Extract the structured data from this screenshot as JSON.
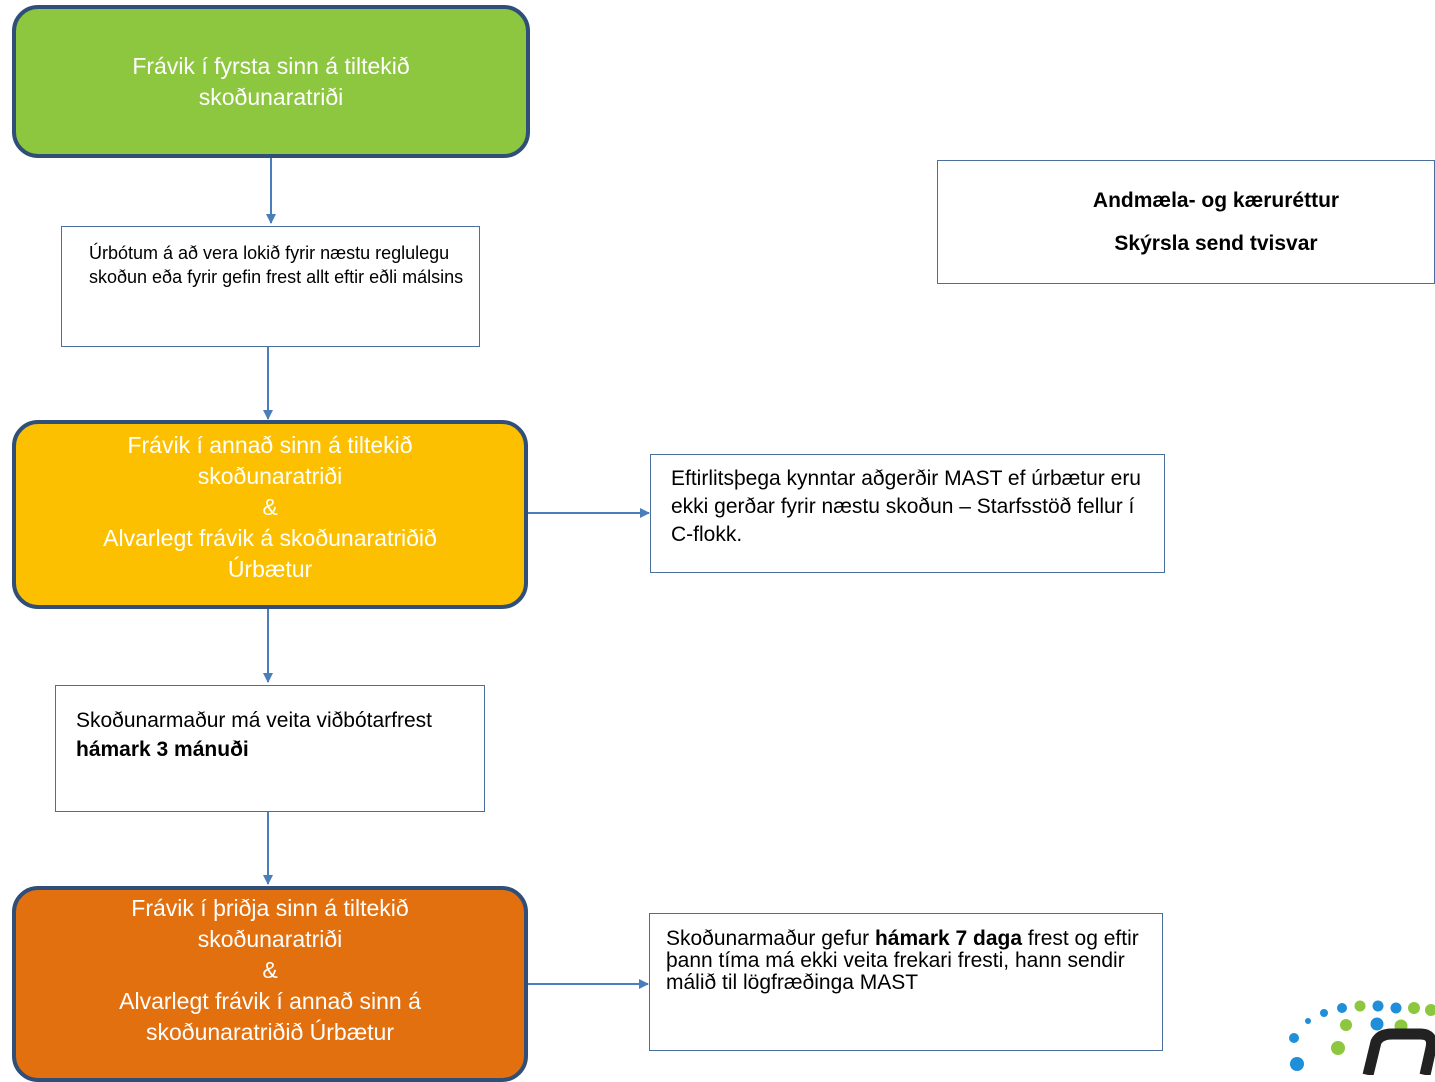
{
  "boxes": {
    "step1": {
      "line1": "Frávik í fyrsta sinn á tiltekið",
      "line2": "skoðunaratriði"
    },
    "note1": {
      "text": "Úrbótum á að vera lokið fyrir næstu reglulegu skoðun eða fyrir gefin frest allt eftir eðli málsins"
    },
    "step2": {
      "line1": "Frávik í annað sinn á tiltekið",
      "line2": "skoðunaratriði",
      "amp": "&",
      "line3": "Alvarlegt frávik á skoðunaratriðið",
      "line4": "Úrbætur"
    },
    "side2": {
      "text": "Eftirlitsþega kynntar aðgerðir MAST ef úrbætur eru ekki gerðar fyrir næstu skoðun – Starfsstöð fellur í C-flokk."
    },
    "note2": {
      "text_a": "Skoðunarmaður má veita viðbótarfrest ",
      "bold": "hámark 3 mánuði"
    },
    "step3": {
      "line1": "Frávik í þriðja sinn á tiltekið",
      "line2": "skoðunaratriði",
      "amp": "&",
      "line3": "Alvarlegt frávik  í annað sinn á",
      "line4": "skoðunaratriðið Úrbætur"
    },
    "side3": {
      "text_a": "Skoðunarmaður gefur ",
      "bold": "hámark 7 daga",
      "text_b": " frest og eftir þann tíma má ekki veita frekari fresti, hann sendir málið til lögfræðinga MAST"
    }
  },
  "rights": {
    "line1": "Andmæla- og kæruréttur",
    "line2": "Skýrsla send tvisvar"
  },
  "colors": {
    "green": "#8dc63f",
    "yellow": "#fcc000",
    "orange": "#e3700f",
    "border": "#2f4f78",
    "arrow": "#4a7ebb",
    "logo_blue": "#1e8fd8",
    "logo_green": "#8dc63f",
    "logo_dark": "#222222"
  }
}
